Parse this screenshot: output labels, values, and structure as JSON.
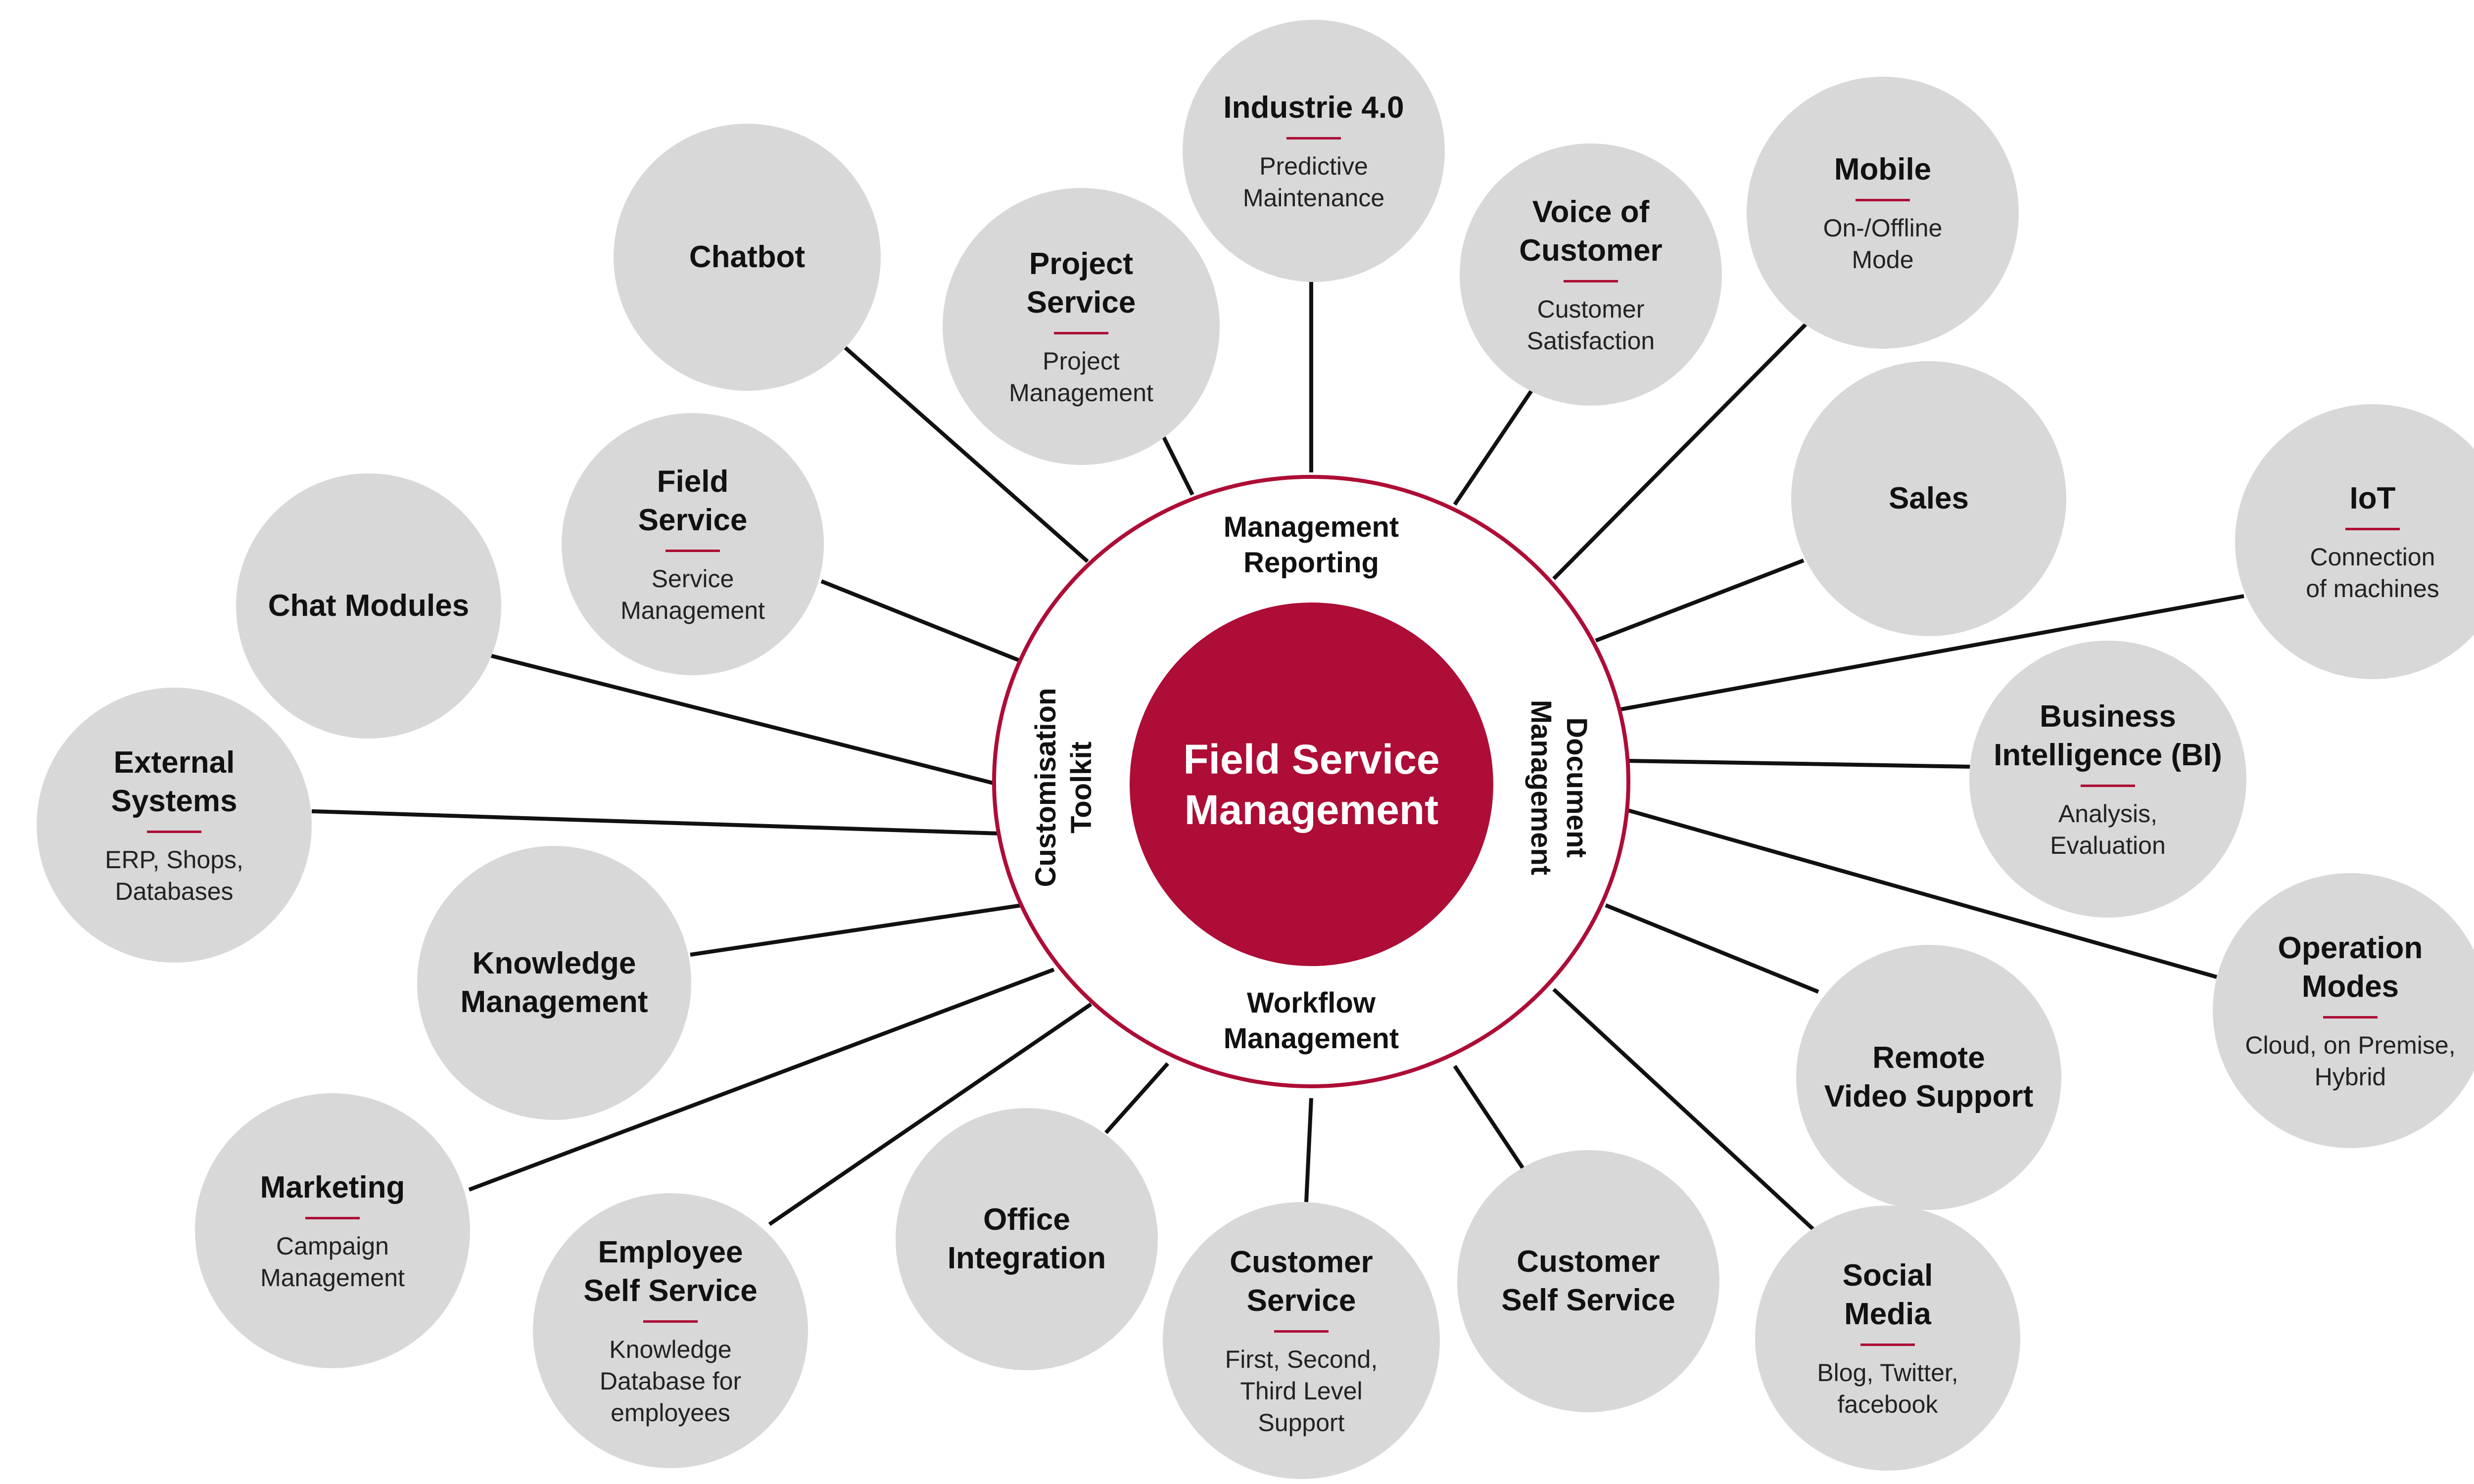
{
  "colors": {
    "accent": "#ad0d36",
    "node_fill": "#d8d8d8",
    "connector": "#111111",
    "text": "#111111"
  },
  "center": {
    "title": "Field Service\nManagement"
  },
  "ring": {
    "top": "Management\nReporting",
    "right": "Document\nManagement",
    "bottom": "Workflow\nManagement",
    "left": "Customisation\nToolkit"
  },
  "nodes": [
    {
      "id": "chatbot",
      "title": "Chatbot",
      "subtitle": ""
    },
    {
      "id": "project-service",
      "title": "Project\nService",
      "subtitle": "Project\nManagement"
    },
    {
      "id": "industrie",
      "title": "Industrie 4.0",
      "subtitle": "Predictive\nMaintenance"
    },
    {
      "id": "voice-of-customer",
      "title": "Voice of\nCustomer",
      "subtitle": "Customer\nSatisfaction"
    },
    {
      "id": "mobile",
      "title": "Mobile",
      "subtitle": "On-/Offline\nMode"
    },
    {
      "id": "sales",
      "title": "Sales",
      "subtitle": ""
    },
    {
      "id": "iot",
      "title": "IoT",
      "subtitle": "Connection\nof machines"
    },
    {
      "id": "business-intelligence",
      "title": "Business\nIntelligence (BI)",
      "subtitle": "Analysis,\nEvaluation"
    },
    {
      "id": "operation-modes",
      "title": "Operation\nModes",
      "subtitle": "Cloud, on Premise,\nHybrid"
    },
    {
      "id": "remote-video-support",
      "title": "Remote\nVideo Support",
      "subtitle": ""
    },
    {
      "id": "social-media",
      "title": "Social\nMedia",
      "subtitle": "Blog, Twitter,\nfacebook"
    },
    {
      "id": "customer-self-service",
      "title": "Customer\nSelf Service",
      "subtitle": ""
    },
    {
      "id": "customer-service",
      "title": "Customer\nService",
      "subtitle": "First, Second,\nThird Level\nSupport"
    },
    {
      "id": "office-integration",
      "title": "Office\nIntegration",
      "subtitle": ""
    },
    {
      "id": "employee-self-service",
      "title": "Employee\nSelf Service",
      "subtitle": "Knowledge\nDatabase for\nemployees"
    },
    {
      "id": "marketing",
      "title": "Marketing",
      "subtitle": "Campaign\nManagement"
    },
    {
      "id": "knowledge-management",
      "title": "Knowledge\nManagement",
      "subtitle": ""
    },
    {
      "id": "external-systems",
      "title": "External\nSystems",
      "subtitle": "ERP, Shops,\nDatabases"
    },
    {
      "id": "chat-modules",
      "title": "Chat Modules",
      "subtitle": ""
    },
    {
      "id": "field-service",
      "title": "Field\nService",
      "subtitle": "Service\nManagement"
    }
  ]
}
